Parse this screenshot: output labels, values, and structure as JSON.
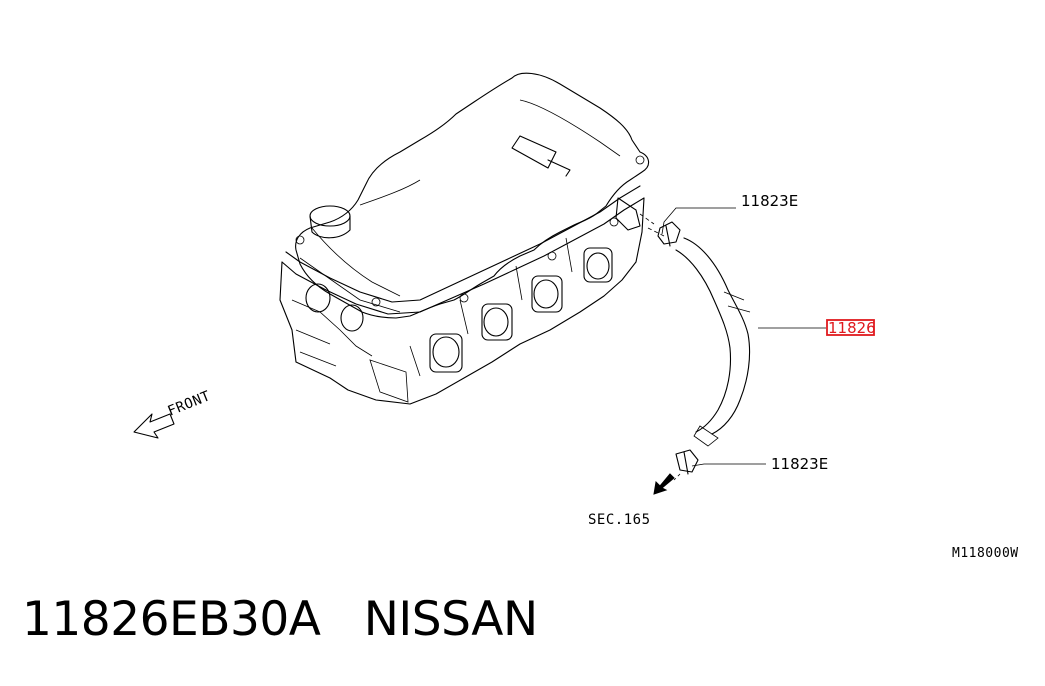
{
  "callouts": {
    "clamp_top": "11823E",
    "hose_part": "11826",
    "clamp_bottom": "11823E"
  },
  "labels": {
    "front": "FRONT",
    "section_ref": "SEC.165",
    "diagram_code": "M118000W"
  },
  "caption": {
    "part_number": "11826EB30A",
    "brand": "NISSAN"
  },
  "colors": {
    "highlight": "#e0191e",
    "line": "#000000",
    "background": "#ffffff"
  }
}
